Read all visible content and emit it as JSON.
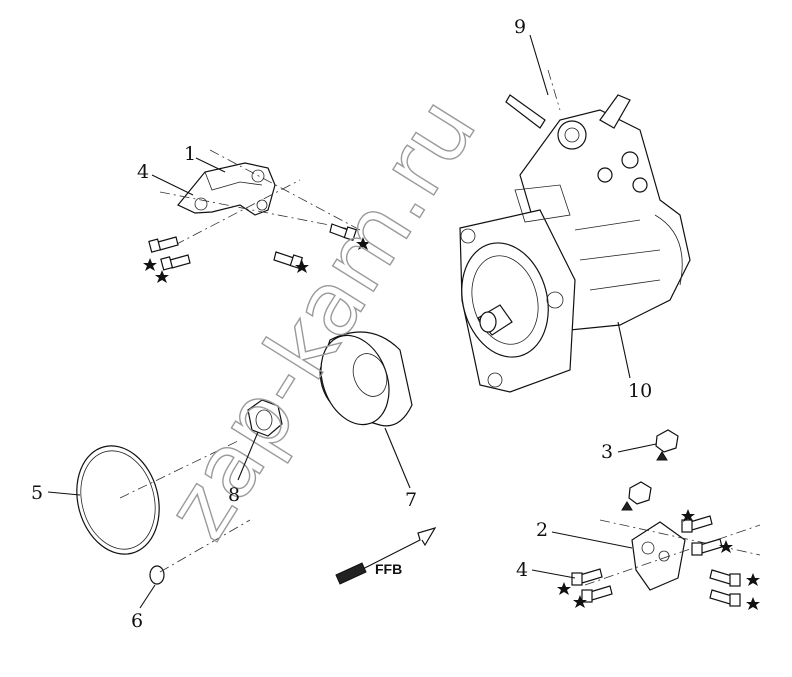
{
  "callouts": {
    "c1": "1",
    "c2": "2",
    "c3": "3",
    "c4a": "4",
    "c4b": "4",
    "c5": "5",
    "c6": "6",
    "c7": "7",
    "c8": "8",
    "c9": "9",
    "c10": "10"
  },
  "direction_label": "FFB",
  "watermark": "zap-kam.ru"
}
